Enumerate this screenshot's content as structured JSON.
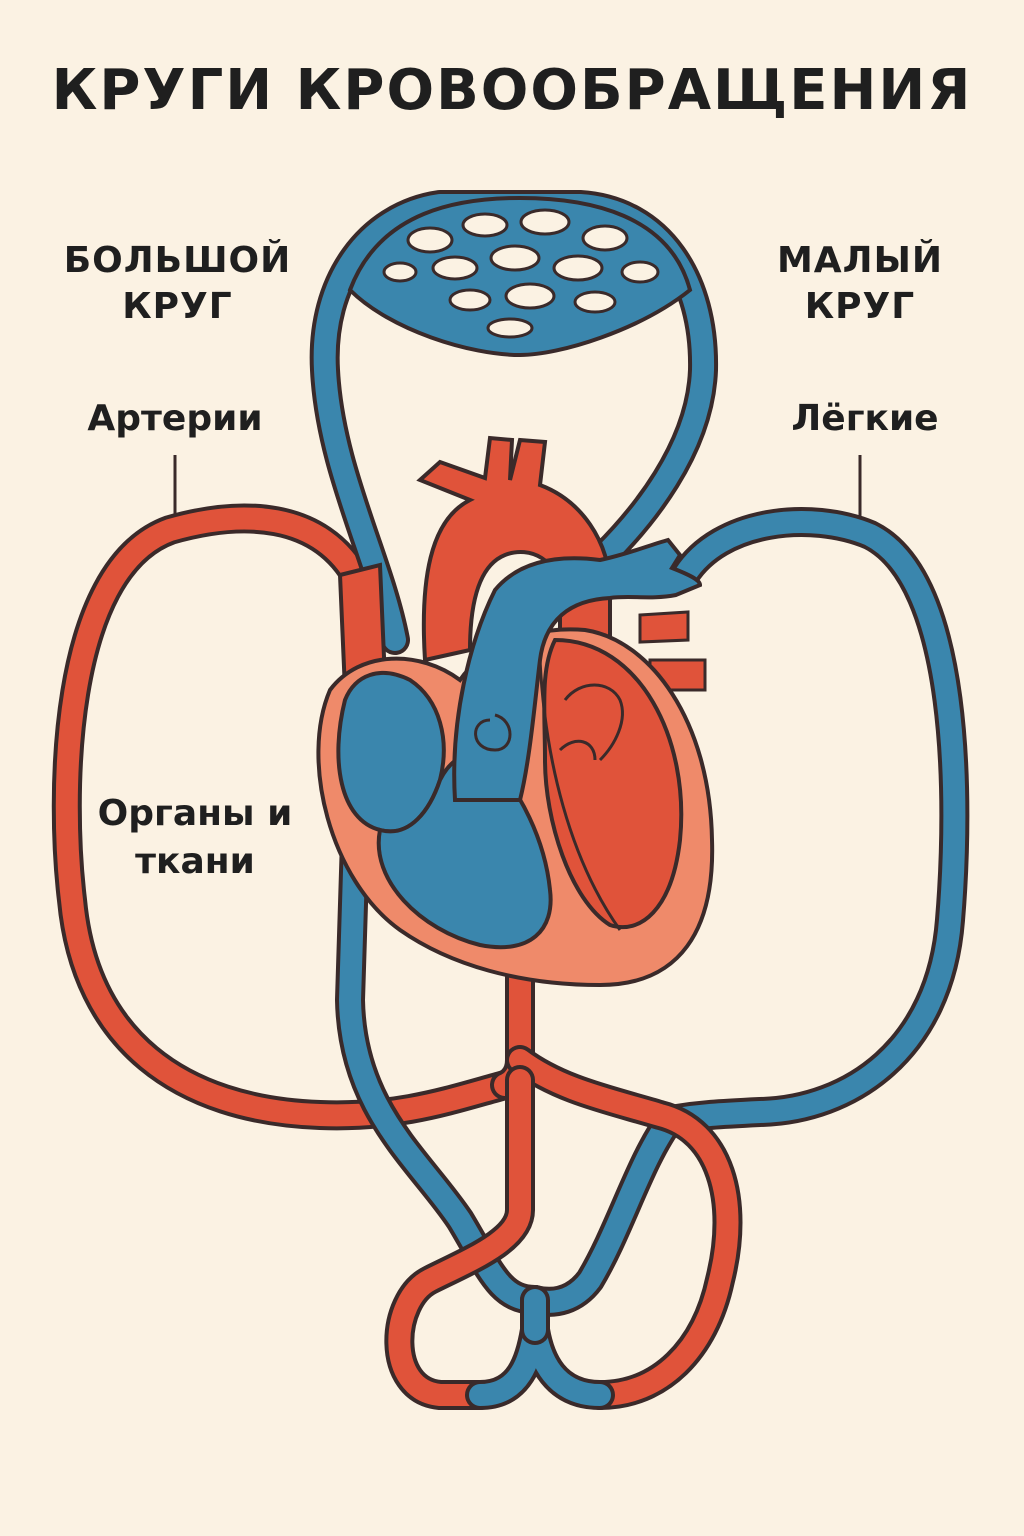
{
  "title": "КРУГИ КРОВООБРАЩЕНИЯ",
  "labels": {
    "big_circle": "БОЛЬШОЙ КРУГ",
    "small_circle": "МАЛЫЙ КРУГ",
    "arteries": "Артерии",
    "lungs": "Лёгкие",
    "organs": "Органы и ткани"
  },
  "colors": {
    "background": "#fbf2e3",
    "arterial_red": "#e0533a",
    "venous_blue": "#3a86ad",
    "heart_muscle": "#ef8a6a",
    "outline": "#3a2a2a"
  }
}
